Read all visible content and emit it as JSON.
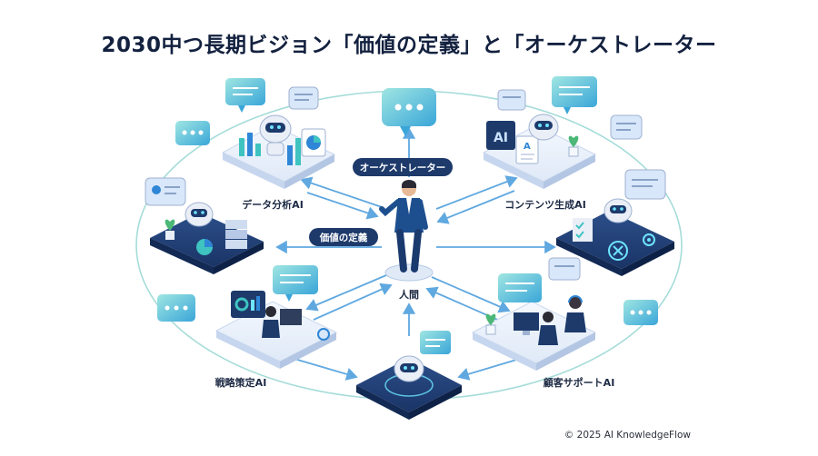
{
  "title": "2030中つ長期ビジョン「価値の定義」と「オーケストレーター",
  "nodes": {
    "data_analysis": "データ分析AI",
    "content_gen": "コンテンツ生成AI",
    "strategy": "戦略策定AI",
    "support": "顧客サポートAI",
    "human": "人間"
  },
  "pills": {
    "orchestrator": "オーケストレーター",
    "value_definition": "価値の定義"
  },
  "icon_text": {
    "ai_screen": "AI",
    "doc": "A"
  },
  "copyright": "© 2025 AI KnowledgeFlow",
  "colors": {
    "navy": "#1d3a6b",
    "accent_blue": "#2f86d6",
    "teal": "#3ec3c0",
    "arrow": "#5fa8e0",
    "platform": "#eaf1fb"
  }
}
